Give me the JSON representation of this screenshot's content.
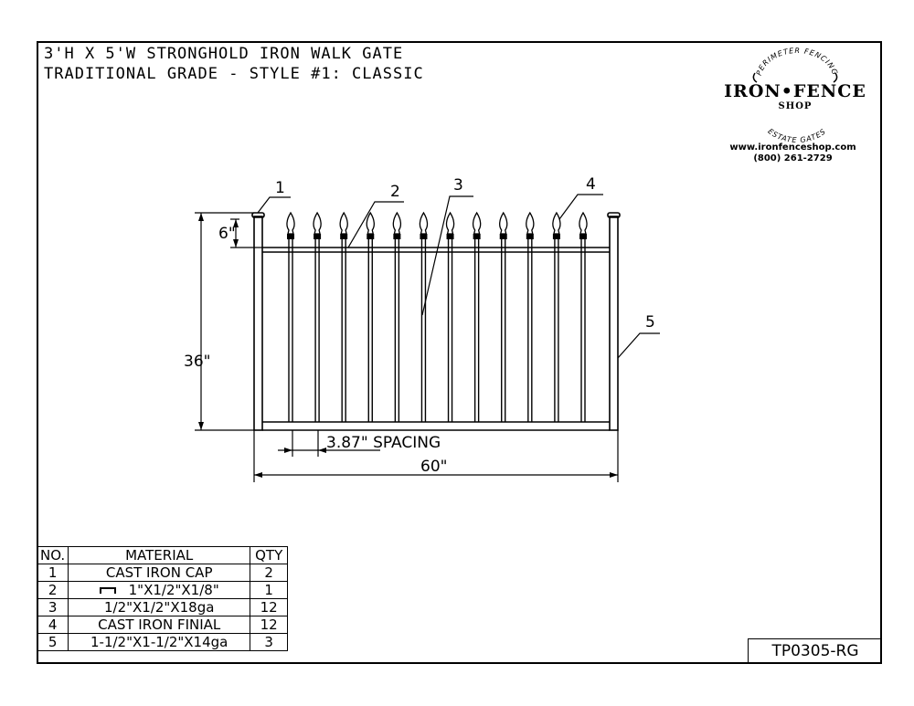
{
  "title": {
    "line1": "3'H X 5'W STRONGHOLD IRON WALK GATE",
    "line2": "TRADITIONAL GRADE - STYLE #1: CLASSIC"
  },
  "logo": {
    "arc_top": "PERIMETER FENCING",
    "brand": "IRON•FENCE",
    "shop": "SHOP",
    "arc_bottom": "ESTATE GATES"
  },
  "contact": {
    "website": "www.ironfenceshop.com",
    "phone": "(800) 261-2729"
  },
  "callouts": [
    "1",
    "2",
    "3",
    "4",
    "5"
  ],
  "dimensions": {
    "finial_height": "6\"",
    "gate_height": "36\"",
    "spacing": "3.87\" SPACING",
    "gate_width": "60\""
  },
  "bom": {
    "headers": {
      "no": "NO.",
      "material": "MATERIAL",
      "qty": "QTY"
    },
    "rows": [
      {
        "no": "1",
        "material": "CAST IRON CAP",
        "qty": "2"
      },
      {
        "no": "2",
        "material": "1\"X1/2\"X1/8\"",
        "qty": "1"
      },
      {
        "no": "3",
        "material": "1/2\"X1/2\"X18ga",
        "qty": "12"
      },
      {
        "no": "4",
        "material": "CAST IRON FINIAL",
        "qty": "12"
      },
      {
        "no": "5",
        "material": "1-1/2\"X1-1/2\"X14ga",
        "qty": "3"
      }
    ]
  },
  "drawing_number": "TP0305-RG"
}
